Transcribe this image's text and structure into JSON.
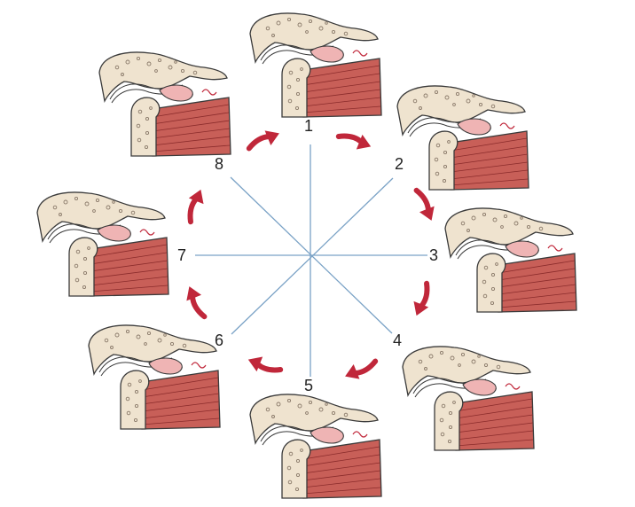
{
  "diagram": {
    "labels": [
      "1",
      "2",
      "3",
      "4",
      "5",
      "6",
      "7",
      "8"
    ]
  },
  "colors": {
    "axis_line": "#7aa2c6",
    "arrow": "#c0273a",
    "bone_fill": "#efe3cf",
    "outline": "#3a3a3a",
    "muscle": "#c85f58",
    "muscle_stripe": "#8a2b2b",
    "disc": "#efb4b4",
    "pores": "#8a7a6a"
  },
  "icons": [
    "tmj-section-illustration",
    "cycle-arrow"
  ]
}
